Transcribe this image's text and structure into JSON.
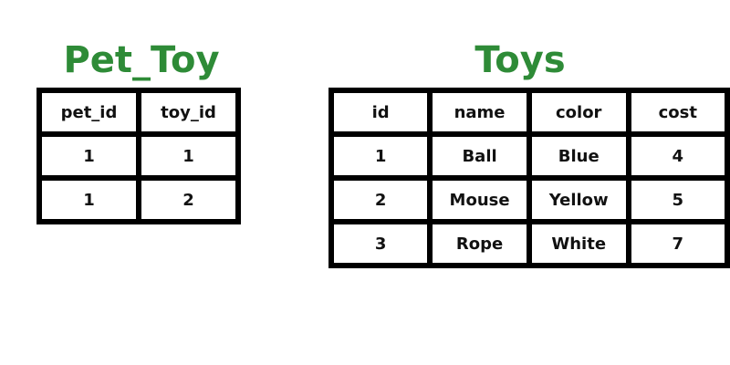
{
  "colors": {
    "title": "#2e8b37",
    "border": "#000000",
    "cell": "#ffffff"
  },
  "pet_toy": {
    "title": "Pet_Toy",
    "headers": [
      "pet_id",
      "toy_id"
    ],
    "rows": [
      [
        "1",
        "1"
      ],
      [
        "1",
        "2"
      ]
    ]
  },
  "toys": {
    "title": "Toys",
    "headers": [
      "id",
      "name",
      "color",
      "cost"
    ],
    "rows": [
      [
        "1",
        "Ball",
        "Blue",
        "4"
      ],
      [
        "2",
        "Mouse",
        "Yellow",
        "5"
      ],
      [
        "3",
        "Rope",
        "White",
        "7"
      ]
    ]
  }
}
